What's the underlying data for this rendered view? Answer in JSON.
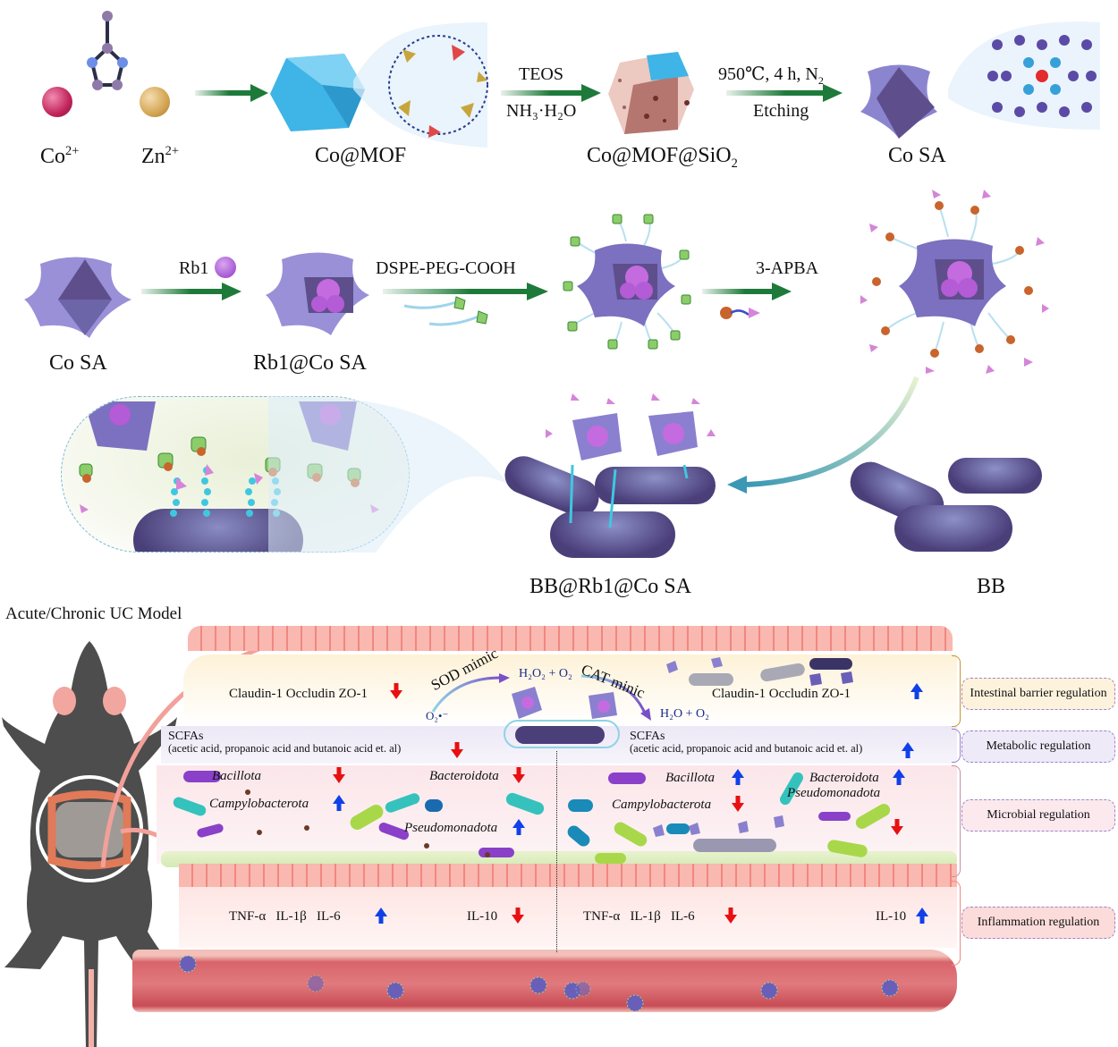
{
  "figure": {
    "row1": {
      "ion_co": "Co",
      "ion_co_charge": "2+",
      "ion_zn": "Zn",
      "ion_zn_charge": "2+",
      "product1": "Co@MOF",
      "step2_top": "TEOS",
      "step2_bottom": "NH₃·H₂O",
      "product2": "Co@MOF@SiO",
      "product2_sub": "2",
      "step3_top": "950℃, 4 h, N",
      "step3_top_sub": "2",
      "step3_bottom": "Etching",
      "product3": "Co SA"
    },
    "row2": {
      "start": "Co SA",
      "step1": "Rb1",
      "product1": "Rb1@Co SA",
      "step2": "DSPE-PEG-COOH",
      "step3": "3-APBA"
    },
    "row3": {
      "product_loaded": "BB@Rb1@Co SA",
      "product_bb": "BB"
    },
    "model": {
      "title": "Acute/Chronic UC Model"
    },
    "barrier": {
      "left_markers": "Claudin-1  Occludin  ZO-1",
      "left_trend": "down",
      "right_markers": "Claudin-1  Occludin  ZO-1",
      "right_trend": "up",
      "sod_label": "SOD mimic",
      "cat_label": "CAT minic",
      "substrate": "O₂•⁻",
      "intermediate": "H₂O₂ + O₂",
      "product": "H₂O + O₂"
    },
    "metabolic": {
      "left_title": "SCFAs",
      "left_detail": "(acetic acid, propanoic acid and butanoic acid et. al)",
      "left_trend": "down",
      "right_title": "SCFAs",
      "right_detail": "(acetic acid, propanoic acid and butanoic acid et. al)",
      "right_trend": "up"
    },
    "microbial": {
      "left": [
        {
          "name": "Bacillota",
          "trend": "down"
        },
        {
          "name": "Campylobacterota",
          "trend": "up"
        },
        {
          "name": "Bacteroidota",
          "trend": "down"
        },
        {
          "name": "Pseudomonadota",
          "trend": "up"
        }
      ],
      "right": [
        {
          "name": "Bacillota",
          "trend": "up"
        },
        {
          "name": "Campylobacterota",
          "trend": "down"
        },
        {
          "name": "Bacteroidota",
          "trend": "up"
        },
        {
          "name": "Pseudomonadota",
          "trend": "down"
        }
      ]
    },
    "inflammation": {
      "left_pro": "TNF-α   IL-1β   IL-6",
      "left_pro_trend": "up",
      "left_anti": "IL-10",
      "left_anti_trend": "down",
      "right_pro": "TNF-α   IL-1β   IL-6",
      "right_pro_trend": "down",
      "right_anti": "IL-10",
      "right_anti_trend": "up"
    },
    "regulation_labels": {
      "barrier": "Intestinal barrier regulation",
      "metabolic": "Metabolic regulation",
      "microbial": "Microbial regulation",
      "inflammation": "Inflammation regulation"
    },
    "colors": {
      "arrow_green": "#1e7a3a",
      "trend_up": "#1040e8",
      "trend_down": "#e81010",
      "co_sa": "#6a5fa8",
      "mof": "#3fb4e6",
      "sio2": "#d9a29a",
      "tissue": "#f0817a",
      "barrier_band": "#fdf2d8",
      "metabolic_band": "#ece8f6",
      "microbial_band": "#fbe6ea",
      "inflammation_band": "#fde6e4"
    }
  }
}
